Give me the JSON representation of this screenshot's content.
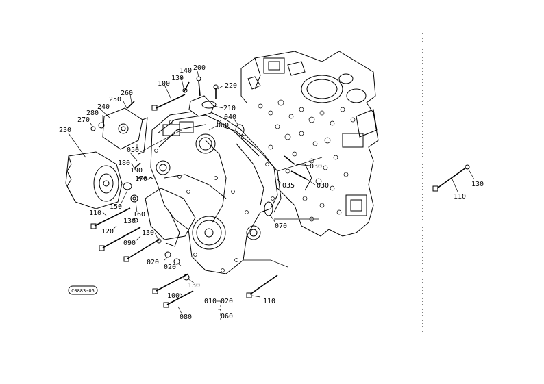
{
  "callouts": {
    "c010": "010",
    "c020": "020",
    "c030": "030",
    "c035": "035",
    "c040": "040",
    "c050": "050",
    "c060": "060",
    "c070": "070",
    "c080": "080",
    "c090": "090",
    "c100": "100",
    "c110": "110",
    "c120": "120",
    "c130": "130",
    "c140": "140",
    "c150": "150",
    "c160": "160",
    "c170": "170",
    "c180": "180",
    "c190": "190",
    "c200": "200",
    "c210": "210",
    "c220": "220",
    "c230": "230",
    "c240": "240",
    "c250": "250",
    "c260": "260",
    "c270": "270",
    "c280": "280"
  },
  "stamp": "C0883-05"
}
